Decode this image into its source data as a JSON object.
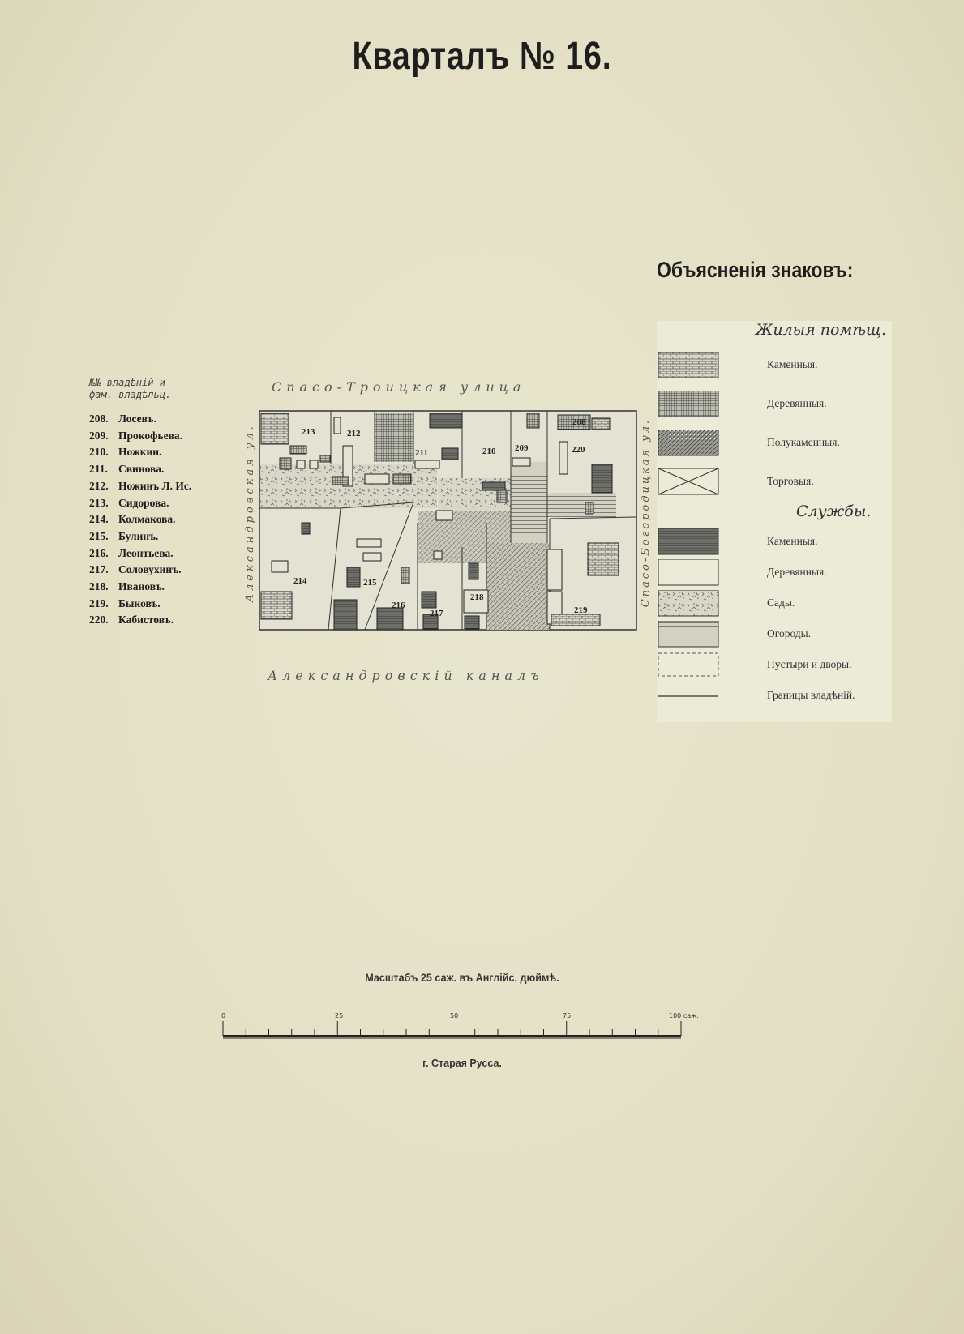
{
  "page": {
    "title": "Кварталъ № 16.",
    "town": "г. Старая Русса."
  },
  "owners": {
    "header_line1": "№№ владѣній и",
    "header_line2": "фам. владѣльц.",
    "items": [
      {
        "num": "208.",
        "name": "Лосевъ."
      },
      {
        "num": "209.",
        "name": "Прокофьева."
      },
      {
        "num": "210.",
        "name": "Ножкин."
      },
      {
        "num": "211.",
        "name": "Свинова."
      },
      {
        "num": "212.",
        "name": "Ножинъ Л. Ис."
      },
      {
        "num": "213.",
        "name": "Сидорова."
      },
      {
        "num": "214.",
        "name": "Колмакова."
      },
      {
        "num": "215.",
        "name": "Булинъ."
      },
      {
        "num": "216.",
        "name": "Леонтьева."
      },
      {
        "num": "217.",
        "name": "Соловухинъ."
      },
      {
        "num": "218.",
        "name": "Ивановъ."
      },
      {
        "num": "219.",
        "name": "Быковъ."
      },
      {
        "num": "220.",
        "name": "Кабистовъ."
      }
    ]
  },
  "map": {
    "streets": {
      "top": "Спасо-Троицкая улица",
      "bottom": "Александровскій каналъ",
      "left": "Александровская ул.",
      "right": "Спасо-Богородицкая ул."
    },
    "lots": [
      "213",
      "212",
      "211",
      "210",
      "209",
      "208",
      "220",
      "214",
      "215",
      "216",
      "217",
      "218",
      "219"
    ]
  },
  "legend": {
    "title": "Объясненія знаковъ:",
    "residential_header": "Жилыя помѣщ.",
    "service_header": "Службы.",
    "items": {
      "res_stone": "Каменныя.",
      "res_wood": "Деревянныя.",
      "res_semi": "Полукаменныя.",
      "res_trade": "Торговыя.",
      "svc_stone": "Каменныя.",
      "svc_wood": "Деревянныя.",
      "gardens": "Сады.",
      "vegetable": "Огороды.",
      "vacant": "Пустыри и дворы.",
      "borders": "Границы владѣній."
    }
  },
  "scale": {
    "title": "Масштабъ 25 саж. въ Англійс. дюймѣ.",
    "ticks": [
      "0",
      "25",
      "50",
      "75",
      "100 саж."
    ]
  },
  "colors": {
    "paper": "#e6e2c9",
    "ink": "#222222"
  }
}
